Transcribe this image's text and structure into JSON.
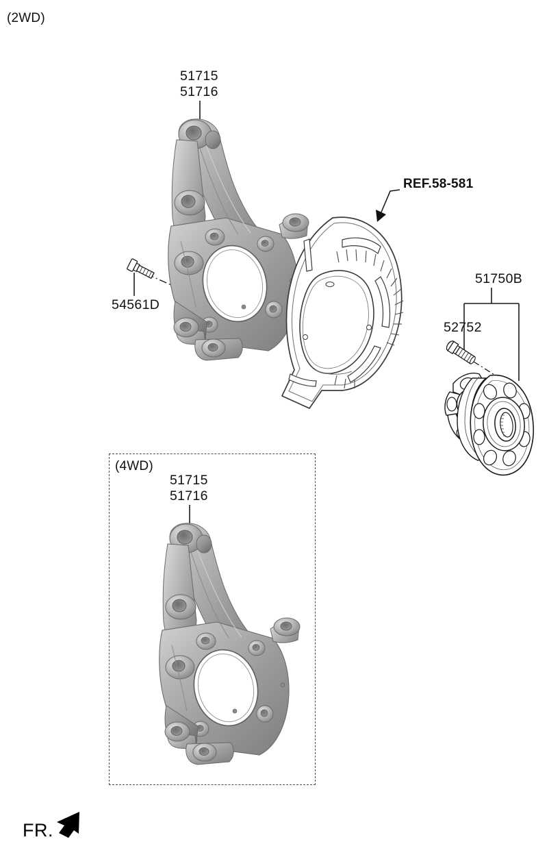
{
  "diagram": {
    "title_2wd": "(2WD)",
    "title_4wd": "(4WD)",
    "orientation_marker": "FR.",
    "background_color": "#ffffff",
    "line_color": "#1a1a1a",
    "part_fill_gray": "#a8a8a8"
  },
  "labels": {
    "knuckle_2wd_top": "51715",
    "knuckle_2wd_bottom": "51716",
    "knuckle_4wd_top": "51715",
    "knuckle_4wd_bottom": "51716",
    "splash_shield_ref": "REF.58-581",
    "knuckle_bolt": "54561D",
    "hub_assembly": "51750B",
    "hub_bolt": "52752"
  },
  "parts": [
    {
      "id": "51715",
      "name": "front-axle-knuckle-lh",
      "label": "51715",
      "section": "2WD",
      "render": "shaded-gray-3d"
    },
    {
      "id": "51716",
      "name": "front-axle-knuckle-rh",
      "label": "51716",
      "section": "2WD",
      "render": "shaded-gray-3d"
    },
    {
      "id": "REF.58-581",
      "name": "brake-splash-shield",
      "label": "REF.58-581",
      "section": "2WD",
      "render": "line-art"
    },
    {
      "id": "54561D",
      "name": "knuckle-mounting-bolt",
      "label": "54561D",
      "section": "2WD",
      "render": "line-art"
    },
    {
      "id": "51750B",
      "name": "front-wheel-hub-bearing-assembly",
      "label": "51750B",
      "section": "2WD",
      "render": "line-art"
    },
    {
      "id": "52752",
      "name": "hub-bearing-bolt",
      "label": "52752",
      "section": "2WD",
      "render": "line-art"
    },
    {
      "id": "51715-4wd",
      "name": "front-axle-knuckle-lh-4wd",
      "label": "51715",
      "section": "4WD",
      "render": "shaded-gray-3d"
    },
    {
      "id": "51716-4wd",
      "name": "front-axle-knuckle-rh-4wd",
      "label": "51716",
      "section": "4WD",
      "render": "shaded-gray-3d"
    }
  ]
}
